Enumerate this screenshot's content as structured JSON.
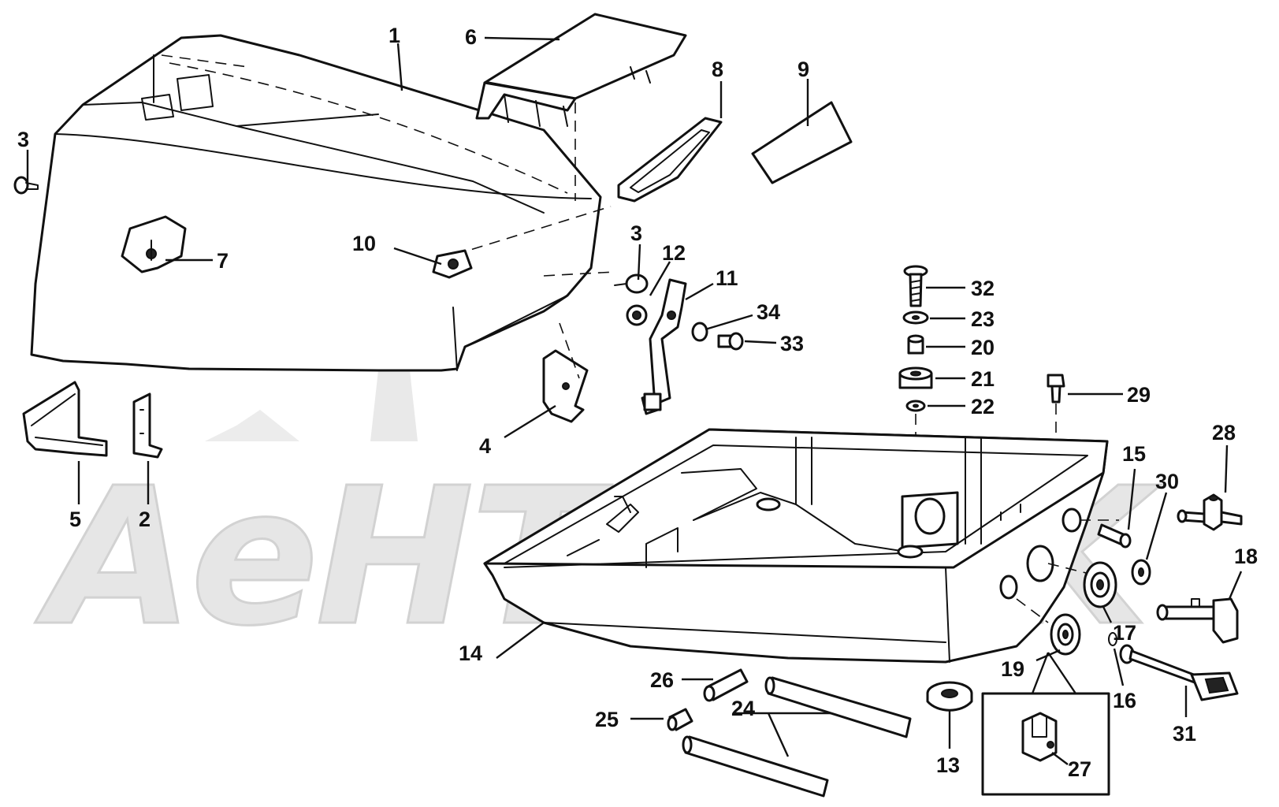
{
  "watermark": {
    "text": "AeHTAOTK"
  },
  "callouts": [
    "1",
    "2",
    "3",
    "3",
    "4",
    "5",
    "6",
    "7",
    "8",
    "9",
    "10",
    "11",
    "12",
    "13",
    "14",
    "15",
    "16",
    "17",
    "18",
    "19",
    "20",
    "21",
    "22",
    "23",
    "24",
    "25",
    "26",
    "27",
    "28",
    "29",
    "30",
    "31",
    "32",
    "33",
    "34"
  ]
}
